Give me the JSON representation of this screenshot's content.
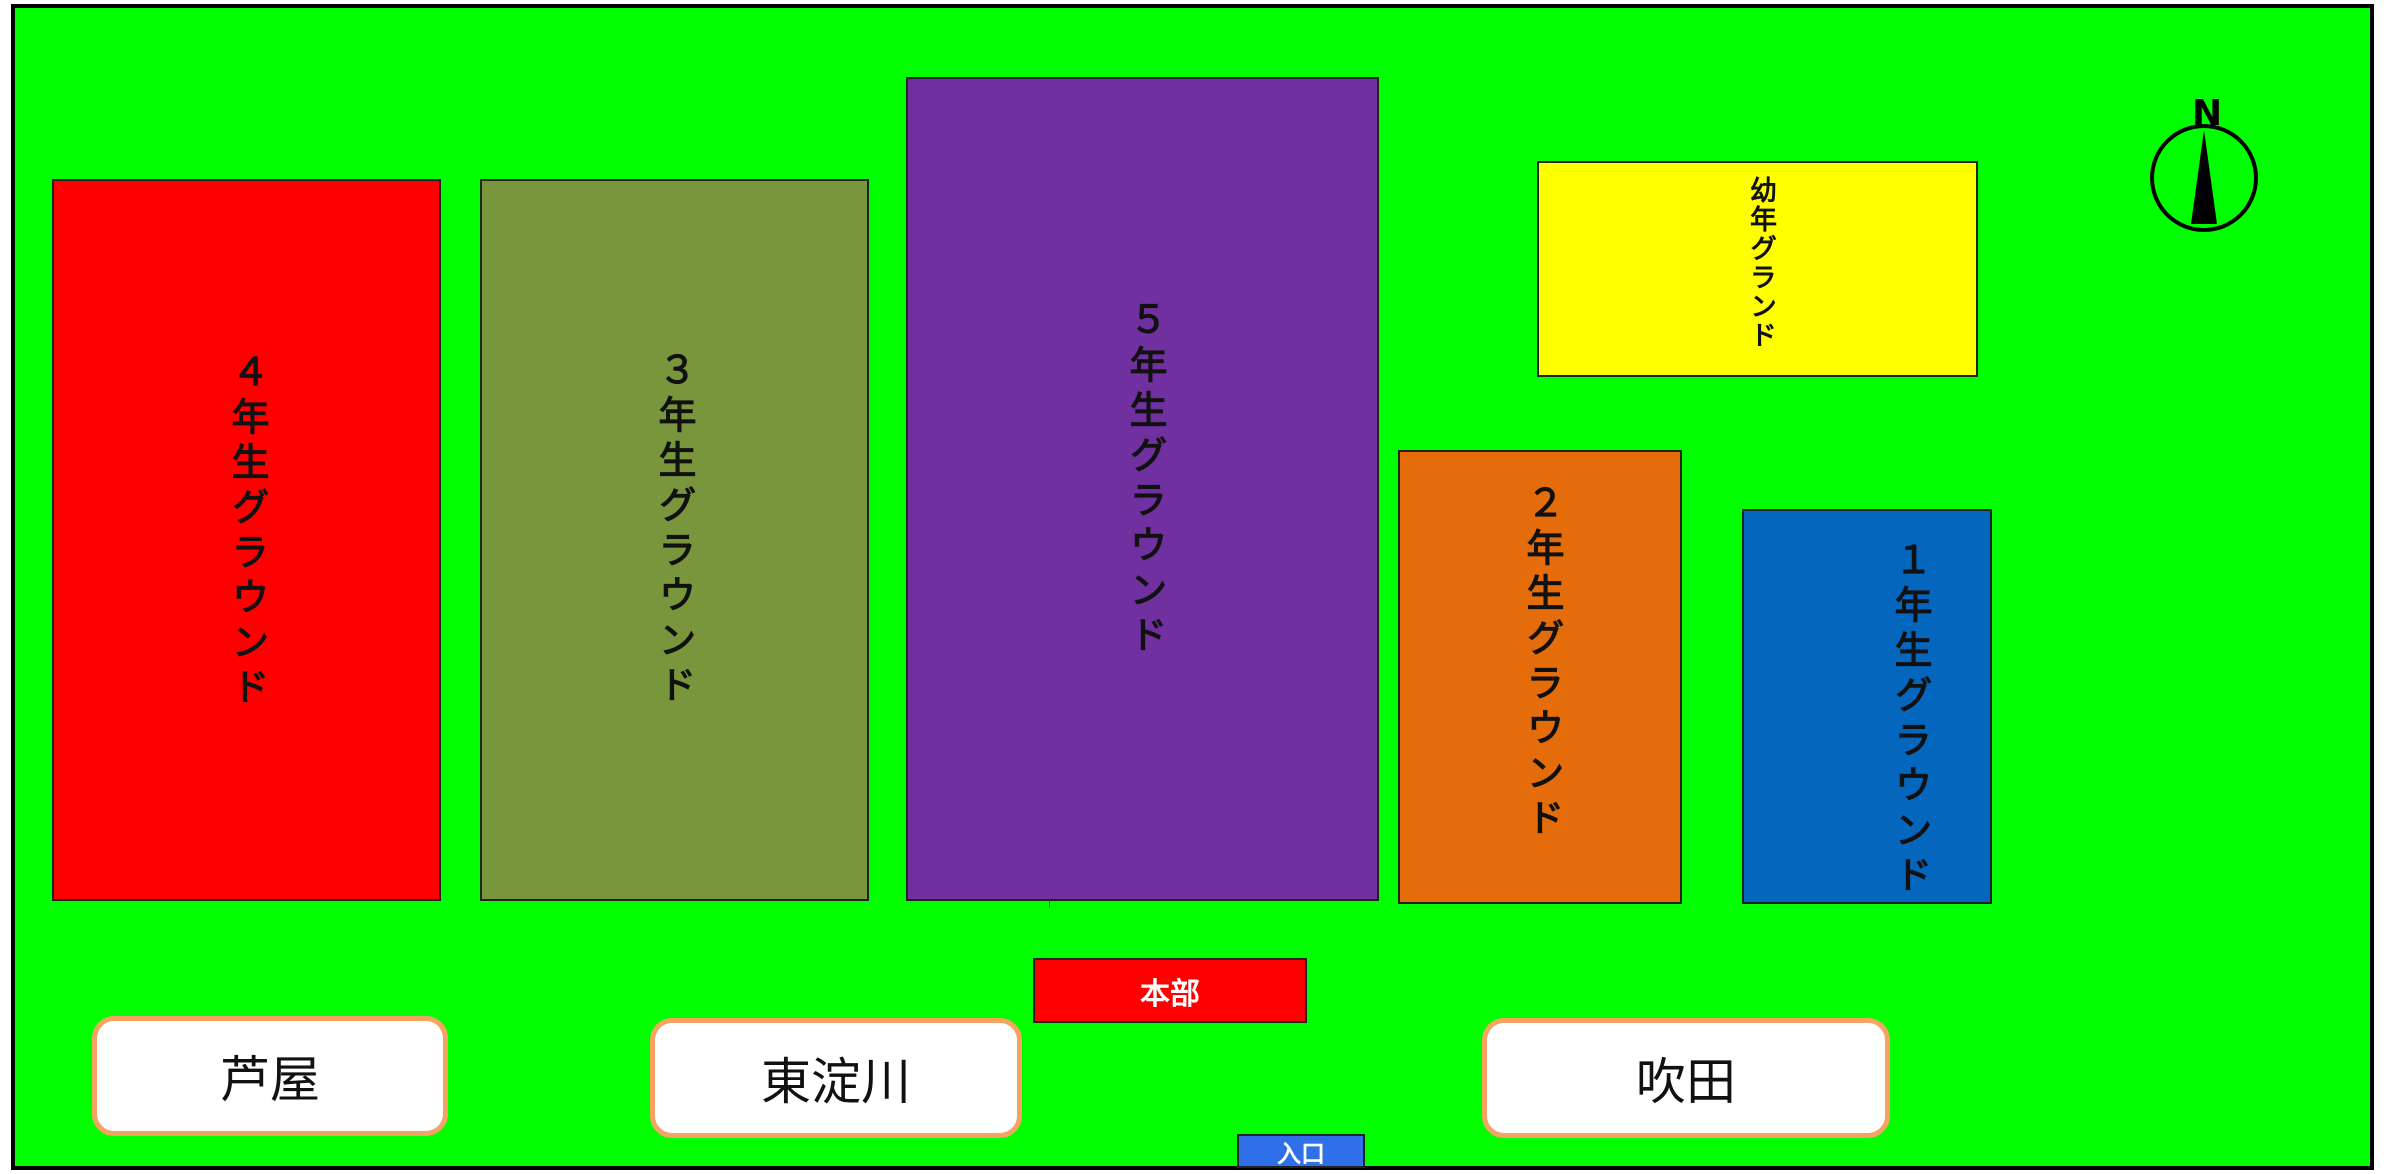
{
  "map": {
    "background_color": "#00ff00",
    "areas": [
      {
        "id": "grade4",
        "label": "４年生グラウンド",
        "color": "#ff0000"
      },
      {
        "id": "grade3",
        "label": "３年生グラウンド",
        "color": "#7a963c"
      },
      {
        "id": "grade5",
        "label": "５年生グラウンド",
        "color": "#7030a0"
      },
      {
        "id": "kindergarten",
        "label": "幼年グランド",
        "color": "#ffff00"
      },
      {
        "id": "grade2",
        "label": "２年生グラウンド",
        "color": "#e46c0a"
      },
      {
        "id": "grade1",
        "label": "１年生グラウンド",
        "color": "#0566bd"
      }
    ],
    "headquarters": {
      "label": "本部",
      "color": "#ff0000"
    },
    "entrance": {
      "label": "入口",
      "color": "#2f6fe8"
    },
    "teams": [
      {
        "label": "芦屋"
      },
      {
        "label": "東淀川"
      },
      {
        "label": "吹田"
      }
    ],
    "compass": {
      "label": "N",
      "icon": "north-arrow-icon"
    }
  }
}
